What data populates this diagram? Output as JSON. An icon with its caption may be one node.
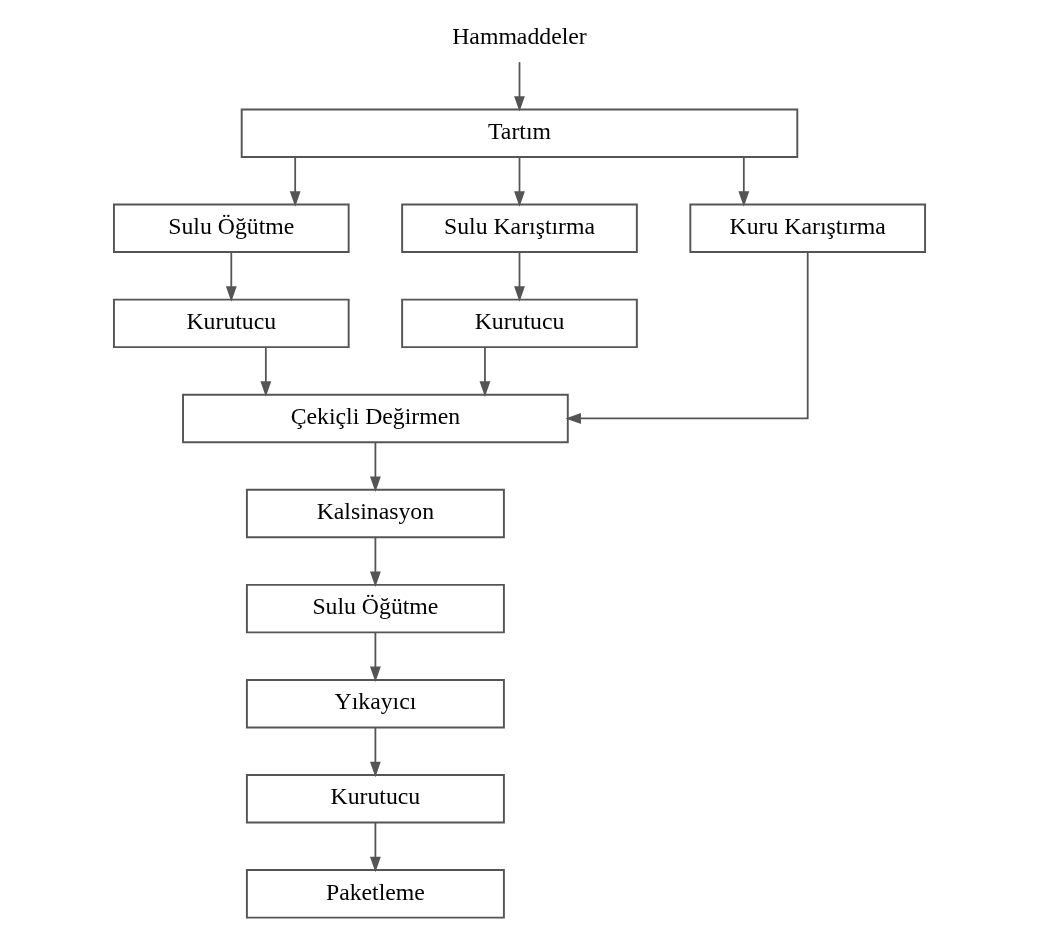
{
  "diagram": {
    "nodes": [
      {
        "text": [
          "Hammaddeler"
        ]
      },
      {
        "text": [
          "Tartım"
        ]
      },
      {
        "text": [
          "Sulu Öğütme"
        ]
      },
      {
        "text": [
          "Sulu Karıştırma"
        ]
      },
      {
        "text": [
          "Kuru Karıştırma"
        ]
      },
      {
        "text": [
          "Kurutucu"
        ]
      },
      {
        "text": [
          "Kurutucu"
        ]
      },
      {
        "text": [
          "Çekiçli Değirmen"
        ]
      },
      {
        "text": [
          "Kalsinasyon"
        ]
      },
      {
        "text": [
          "Sulu Öğütme"
        ]
      },
      {
        "text": [
          "Yıkayıcı"
        ]
      },
      {
        "text": [
          "Kurutucu"
        ]
      },
      {
        "text": [
          "Paketleme"
        ]
      }
    ],
    "edges": [
      {
        "from": 0,
        "to": 1,
        "arrow": "to"
      },
      {
        "from": 1,
        "to": 2,
        "arrow": "to"
      },
      {
        "from": 1,
        "to": 3,
        "arrow": "to"
      },
      {
        "from": 1,
        "to": 4,
        "arrow": "to"
      },
      {
        "from": 2,
        "to": 5,
        "arrow": "to"
      },
      {
        "from": 3,
        "to": 6,
        "arrow": "to"
      },
      {
        "from": 5,
        "to": 7,
        "arrow": "to"
      },
      {
        "from": 6,
        "to": 7,
        "arrow": "to"
      },
      {
        "from": 4,
        "to": 7,
        "arrow": "to"
      },
      {
        "from": 7,
        "to": 8,
        "arrow": "to"
      },
      {
        "from": 8,
        "to": 9,
        "arrow": "to"
      },
      {
        "from": 9,
        "to": 10,
        "arrow": "to"
      },
      {
        "from": 10,
        "to": 11,
        "arrow": "to"
      },
      {
        "from": 11,
        "to": 12,
        "arrow": "to"
      }
    ]
  }
}
